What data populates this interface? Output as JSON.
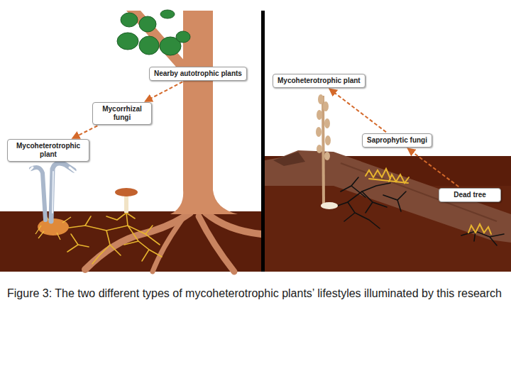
{
  "diagram": {
    "caption": "Figure 3: The two different types of mycoheterotrophic plants’ lifestyles illuminated by this research",
    "nodes": [
      {
        "text": [
          "Nearby autotrophic plants"
        ]
      },
      {
        "text": [
          "Mycorrhizal fungi"
        ]
      },
      {
        "text": [
          "Mycoheterotrophic plant"
        ]
      },
      {
        "text": [
          "Mycoheterotrophic plant"
        ]
      },
      {
        "text": [
          "Saprophytic fungi"
        ]
      },
      {
        "text": [
          "Dead tree"
        ]
      }
    ],
    "edges": [
      {
        "from": 0,
        "to": 1,
        "arrow": "to"
      },
      {
        "from": 1,
        "to": 2,
        "arrow": "to"
      },
      {
        "from": 5,
        "to": 4,
        "arrow": "to"
      },
      {
        "from": 4,
        "to": 3,
        "arrow": "to"
      }
    ]
  }
}
